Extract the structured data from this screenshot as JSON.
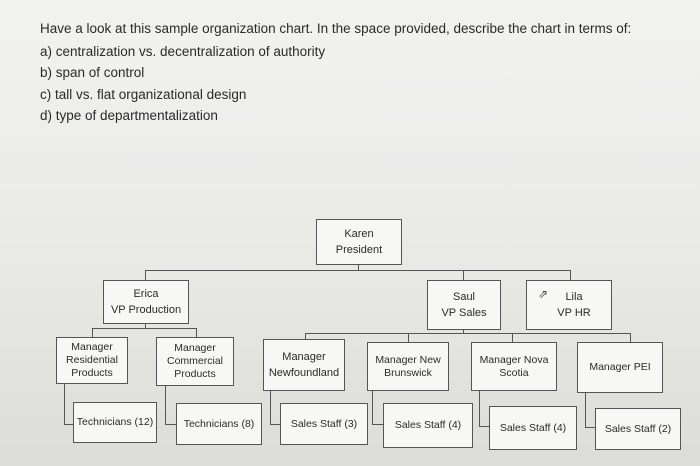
{
  "question": {
    "title": "Have a look at this sample organization chart. In the space provided, describe the chart in terms of:",
    "items": [
      "a) centralization vs. decentralization of authority",
      "b) span of control",
      "c) tall vs. flat organizational design",
      "d) type of departmentalization"
    ]
  },
  "org_chart": {
    "president": {
      "name": "Karen",
      "title": "President"
    },
    "vp_production": {
      "name": "Erica",
      "title": "VP Production"
    },
    "vp_sales": {
      "name": "Saul",
      "title": "VP Sales"
    },
    "vp_hr": {
      "name": "Lila",
      "title": "VP HR"
    },
    "managers": {
      "residential": [
        "Manager",
        "Residential",
        "Products"
      ],
      "commercial": [
        "Manager",
        "Commercial",
        "Products"
      ],
      "newfoundland": [
        "Manager",
        "Newfoundland"
      ],
      "new_brunswick": [
        "Manager New",
        "Brunswick"
      ],
      "nova_scotia": [
        "Manager Nova",
        "Scotia"
      ],
      "pei": [
        "Manager PEI"
      ]
    },
    "staff": {
      "tech_12": "Technicians (12)",
      "tech_8": "Technicians (8)",
      "sales_3": "Sales Staff (3)",
      "sales_4a": "Sales Staff (4)",
      "sales_4b": "Sales Staff (4)",
      "sales_2": "Sales Staff (2)"
    }
  }
}
